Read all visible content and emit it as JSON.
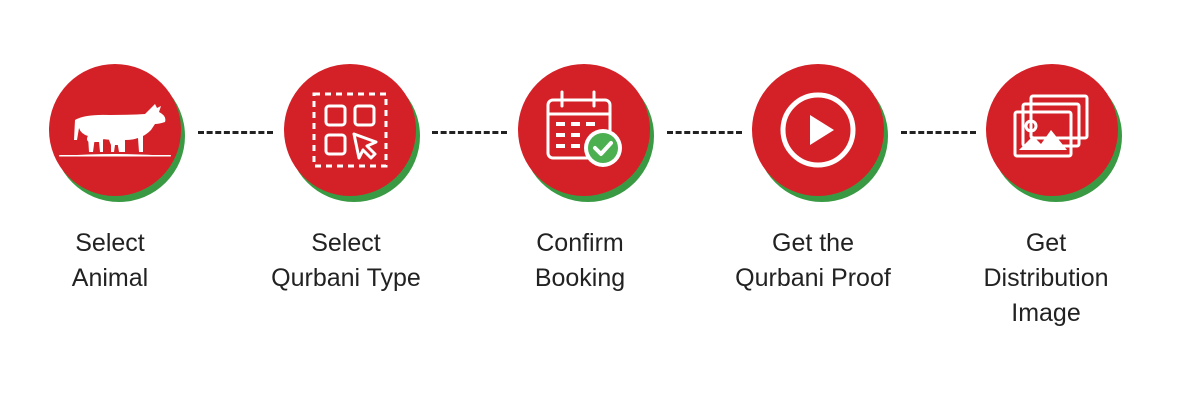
{
  "theme": {
    "primary_color": "#d42127",
    "shadow_color": "#3a9a44",
    "text_color": "#222222",
    "icon_color": "#ffffff"
  },
  "steps": [
    {
      "icon": "cow-goat-icon",
      "lines": [
        "Select",
        "Animal"
      ]
    },
    {
      "icon": "grid-select-icon",
      "lines": [
        "Select",
        "Qurbani Type"
      ]
    },
    {
      "icon": "calendar-check-icon",
      "lines": [
        "Confirm",
        "Booking"
      ]
    },
    {
      "icon": "play-icon",
      "lines": [
        "Get the",
        "Qurbani Proof"
      ]
    },
    {
      "icon": "image-gallery-icon",
      "lines": [
        "Get",
        "Distribution",
        "Image"
      ]
    }
  ]
}
